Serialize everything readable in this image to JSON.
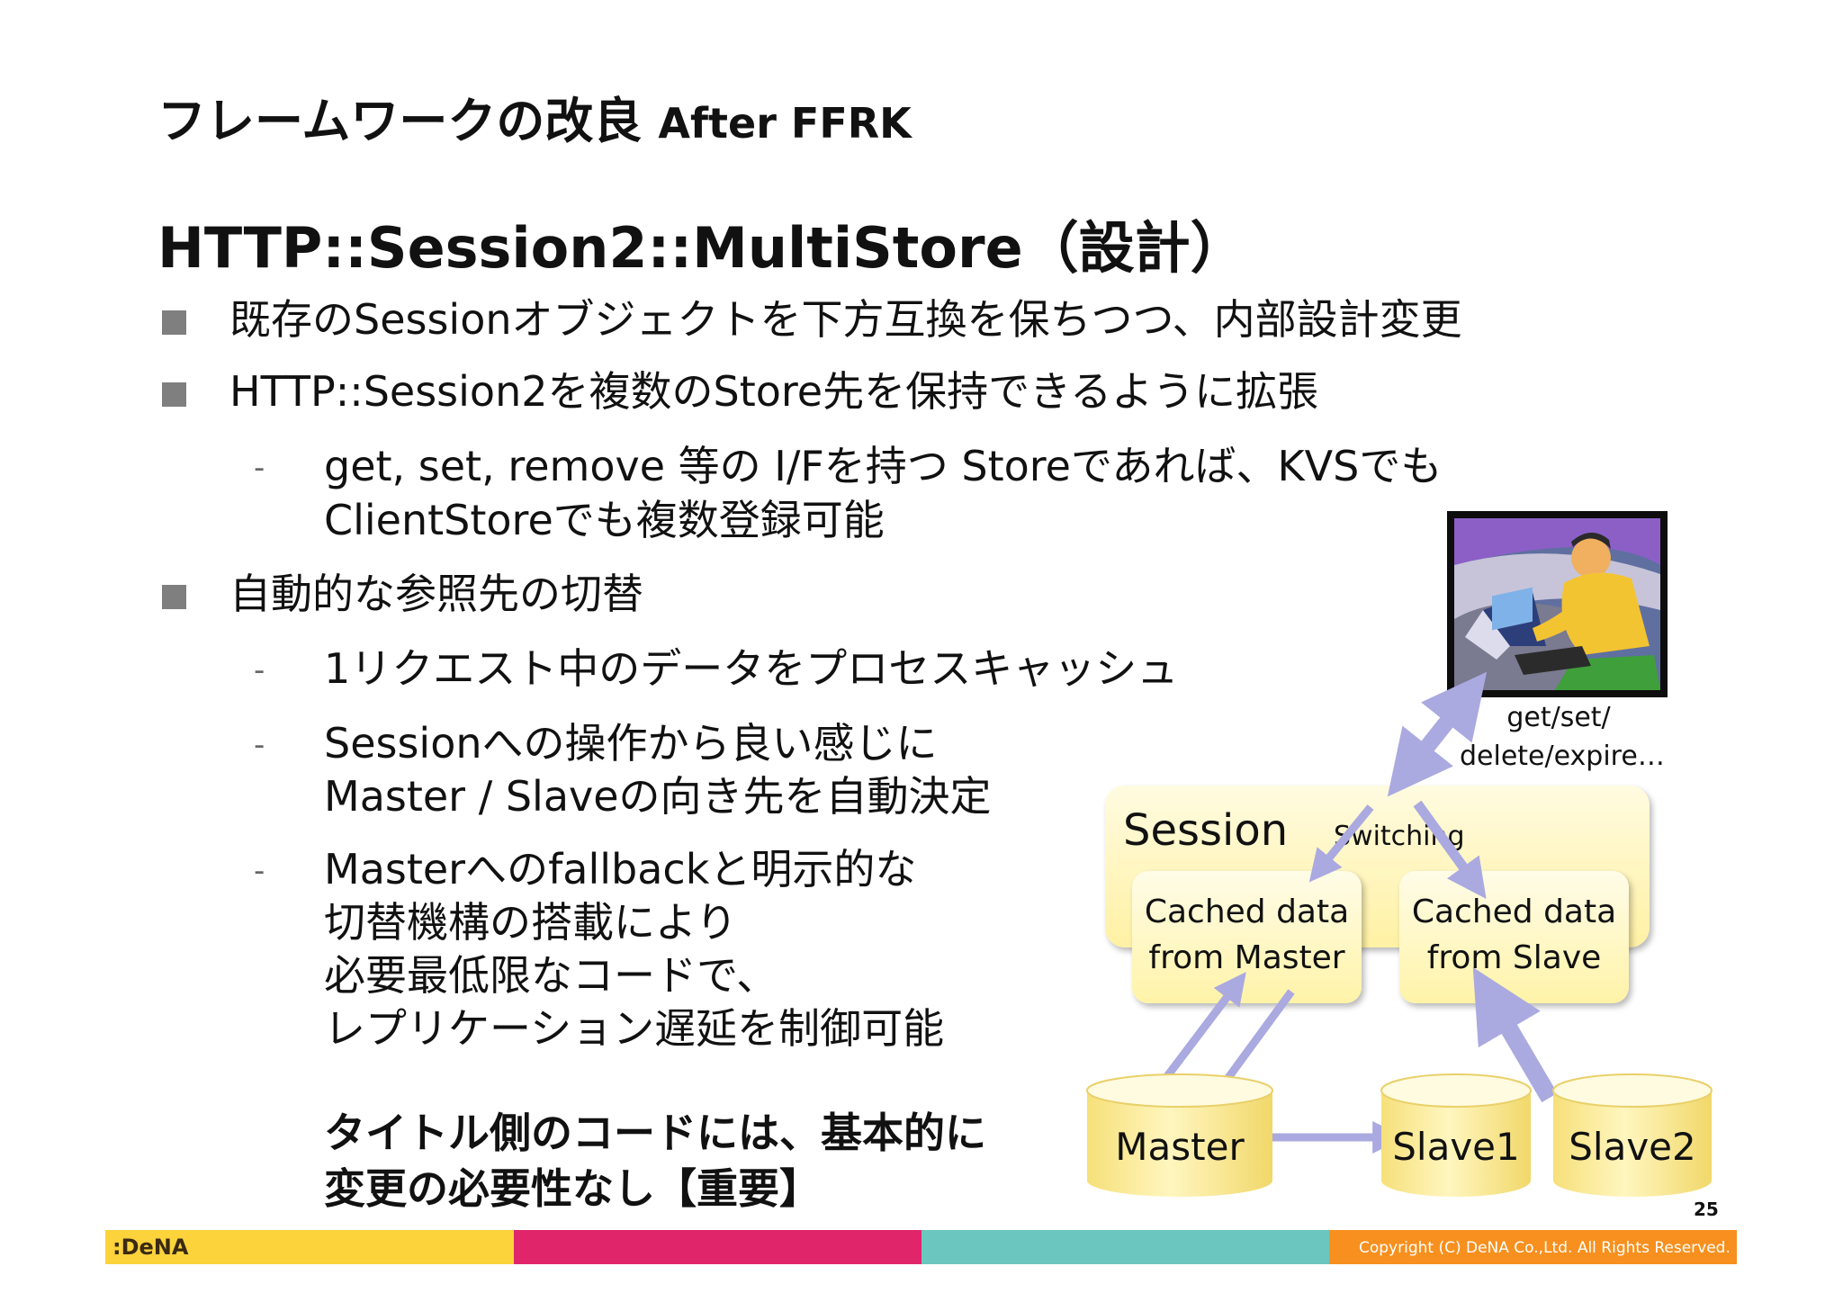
{
  "header": {
    "title": "フレームワークの改良",
    "subtitle": "After FFRK"
  },
  "slide_title": "HTTP::Session2::MultiStore（設計）",
  "bullets": [
    {
      "text": "既存のSessionオブジェクトを下方互換を保ちつつ、内部設計変更"
    },
    {
      "text": "HTTP::Session2を複数のStore先を保持できるように拡張",
      "subitems": [
        {
          "lines": [
            "get, set, remove 等の I/Fを持つ Storeであれば、KVSでも",
            "ClientStoreでも複数登録可能"
          ]
        }
      ]
    },
    {
      "text": "自動的な参照先の切替",
      "subitems": [
        {
          "lines": [
            "1リクエスト中のデータをプロセスキャッシュ"
          ]
        },
        {
          "lines": [
            "Sessionへの操作から良い感じに",
            "Master / Slaveの向き先を自動決定"
          ]
        },
        {
          "lines": [
            "Masterへのfallbackと明示的な",
            "切替機構の搭載により",
            "必要最低限なコードで、",
            "レプリケーション遅延を制御可能"
          ]
        }
      ]
    }
  ],
  "note": {
    "lines": [
      "タイトル側のコードには、基本的に",
      "変更の必要性なし【重要】"
    ]
  },
  "diagram": {
    "operations_label": [
      "get/set/",
      "delete/expire…"
    ],
    "session_label": "Session",
    "switching_label": "Switching",
    "cache_master": [
      "Cached data",
      "from Master"
    ],
    "cache_slave": [
      "Cached data",
      "from Slave"
    ],
    "db_master": "Master",
    "db_slave1": "Slave1",
    "db_slave2": "Slave2",
    "colors": {
      "box": "#fff3a8",
      "arrow": "#aaa9e0",
      "cylinder": "#fff1a0"
    }
  },
  "footer": {
    "page_number": "25",
    "logo": ":DeNA",
    "copyright": "Copyright (C) DeNA Co.,Ltd. All Rights Reserved.",
    "colors": [
      "#fdd33c",
      "#e0256a",
      "#6cc6c0",
      "#f7901e"
    ]
  }
}
